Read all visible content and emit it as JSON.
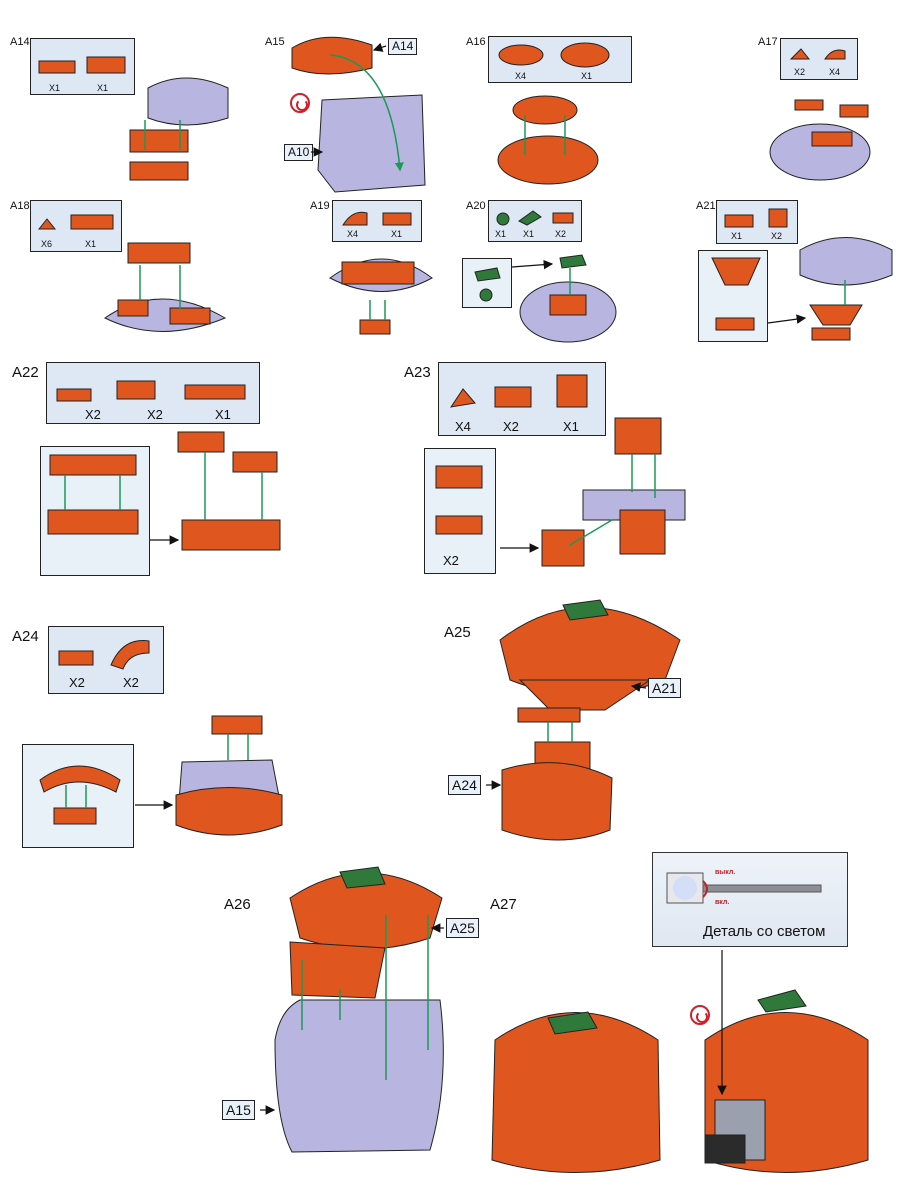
{
  "steps": {
    "a14": {
      "label": "A14",
      "qty": [
        "X1",
        "X1"
      ]
    },
    "a15": {
      "label": "A15",
      "callouts": [
        "A14",
        "A10"
      ]
    },
    "a16": {
      "label": "A16",
      "qty": [
        "X4",
        "X1"
      ]
    },
    "a17": {
      "label": "A17",
      "qty": [
        "X2",
        "X4"
      ]
    },
    "a18": {
      "label": "A18",
      "qty": [
        "X6",
        "X1"
      ]
    },
    "a19": {
      "label": "A19",
      "qty": [
        "X4",
        "X1"
      ]
    },
    "a20": {
      "label": "A20",
      "qty": [
        "X1",
        "X1",
        "X2"
      ]
    },
    "a21": {
      "label": "A21",
      "qty": [
        "X1",
        "X2"
      ]
    },
    "a22": {
      "label": "A22",
      "qty": [
        "X2",
        "X2",
        "X1"
      ]
    },
    "a23": {
      "label": "A23",
      "qty": [
        "X4",
        "X2",
        "X1"
      ],
      "sub_qty": "X2"
    },
    "a24": {
      "label": "A24",
      "qty": [
        "X2",
        "X2"
      ]
    },
    "a25": {
      "label": "A25",
      "callouts": [
        "A21",
        "A24"
      ]
    },
    "a26": {
      "label": "A26",
      "callouts": [
        "A25",
        "A15"
      ]
    },
    "a27": {
      "label": "A27"
    }
  },
  "light_part": {
    "off_label": "выкл.",
    "on_label": "вкл.",
    "caption": "Деталь со светом"
  },
  "colors": {
    "brick_orange": "#e0561f",
    "brick_lavender": "#b8b6e0",
    "stem_green": "#2f7a3a",
    "guide_line": "#1a9a55",
    "panel_bg": "#dde8f4"
  },
  "icons": [
    "rotate-model-icon"
  ]
}
